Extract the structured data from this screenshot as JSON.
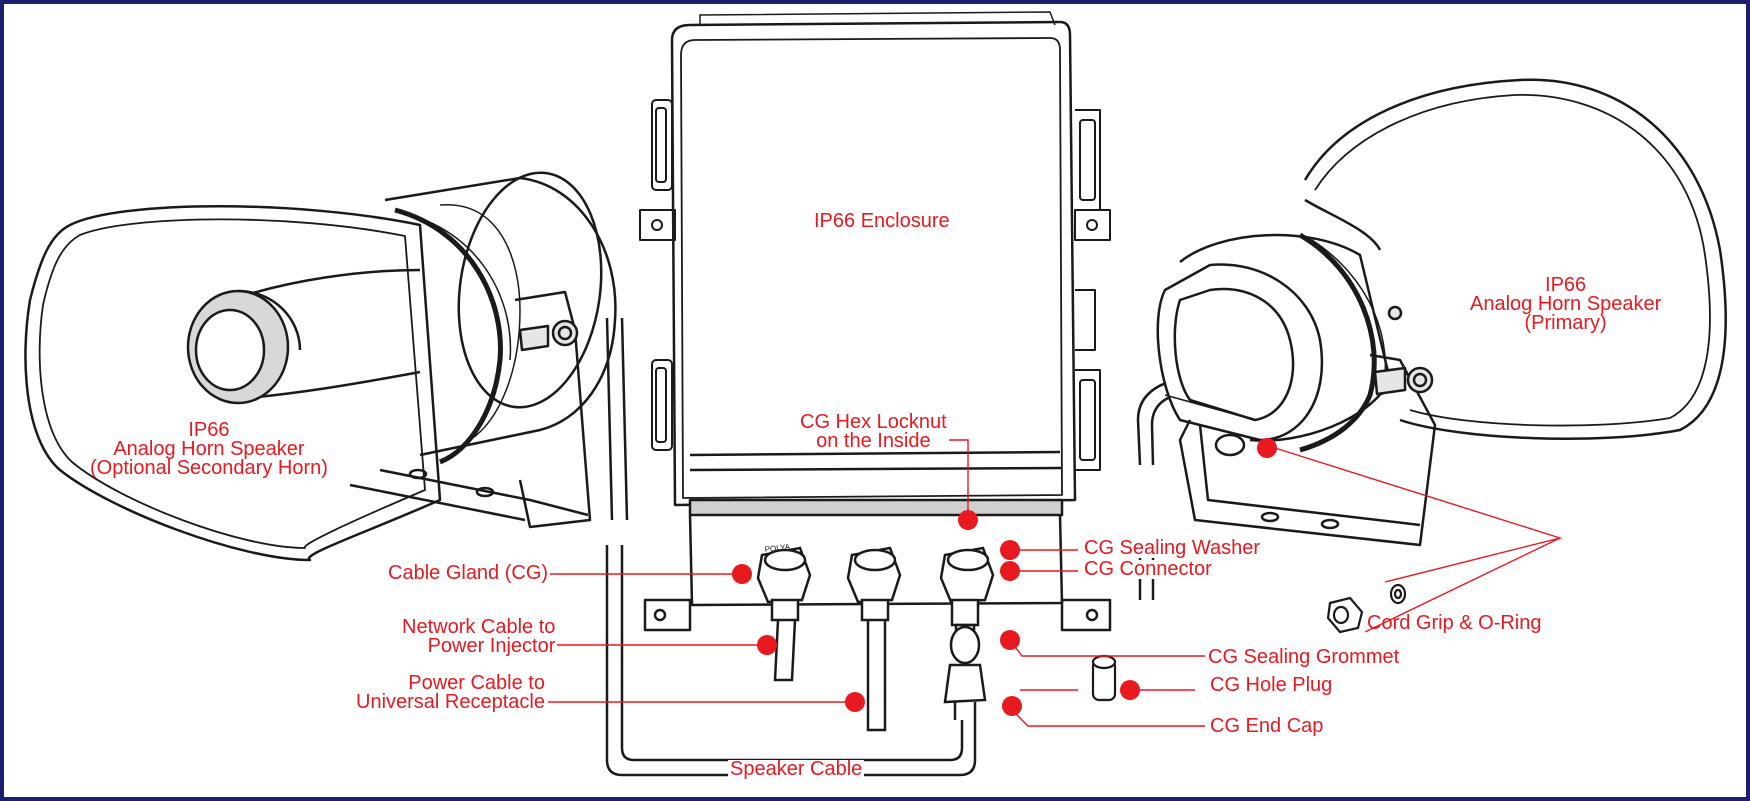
{
  "colors": {
    "frame": "#1a1f6e",
    "label": "#e8191f",
    "line": "#1a1a1a",
    "shade": "#9a9a9a"
  },
  "labels": {
    "enclosure": "IP66 Enclosure",
    "hex_locknut": [
      "CG Hex Locknut",
      "on the Inside"
    ],
    "secondary_horn": [
      "IP66",
      "Analog Horn Speaker",
      "(Optional Secondary Horn)"
    ],
    "primary_horn": [
      "IP66",
      "Analog Horn Speaker",
      "(Primary)"
    ],
    "cable_gland": "Cable Gland (CG)",
    "network_cable": [
      "Network Cable to",
      "Power Injector"
    ],
    "power_cable": [
      "Power Cable to",
      "Universal Receptacle"
    ],
    "sealing_washer": "CG Sealing Washer",
    "connector": "CG Connector",
    "sealing_grommet": "CG Sealing Grommet",
    "hole_plug": "CG Hole Plug",
    "end_cap": "CG End Cap",
    "cord_grip": "Cord Grip & O-Ring",
    "speaker_cable": "Speaker Cable"
  },
  "gland_marking": "POLYA"
}
